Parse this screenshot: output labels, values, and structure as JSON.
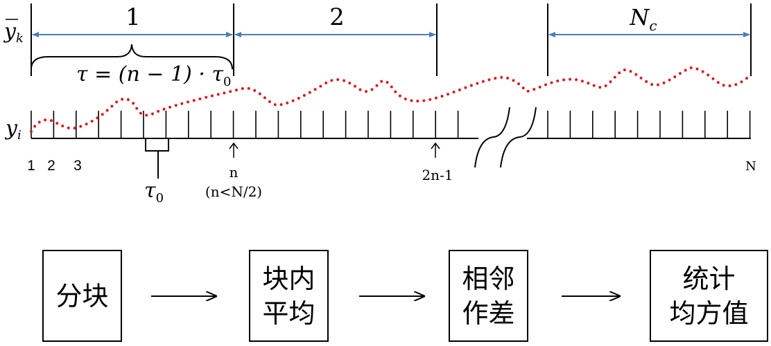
{
  "top_labels": {
    "block1": "1",
    "block2": "2",
    "blockNc_main": "N",
    "blockNc_sub": "c",
    "ybar_main": "y",
    "ybar_sub": "k",
    "yi_main": "y",
    "yi_sub": "i",
    "tau_formula": "τ = (n − 1) · τ",
    "tau_formula_sub": "0",
    "tau0_main": "τ",
    "tau0_sub": "0"
  },
  "axis_labels": {
    "one": "1",
    "two": "2",
    "three": "3",
    "n": "n",
    "n_cond": "(n<N/2)",
    "two_n_minus_1": "2n-1",
    "N": "N"
  },
  "flow": {
    "steps": [
      {
        "label": "分块"
      },
      {
        "label": "块内\n平均"
      },
      {
        "label": "相邻\n作差"
      },
      {
        "label": "统计\n均方值"
      }
    ]
  },
  "colors": {
    "arrow_blue": "#4a7ebb",
    "signal_red": "#e8141c",
    "stroke": "#000000"
  }
}
